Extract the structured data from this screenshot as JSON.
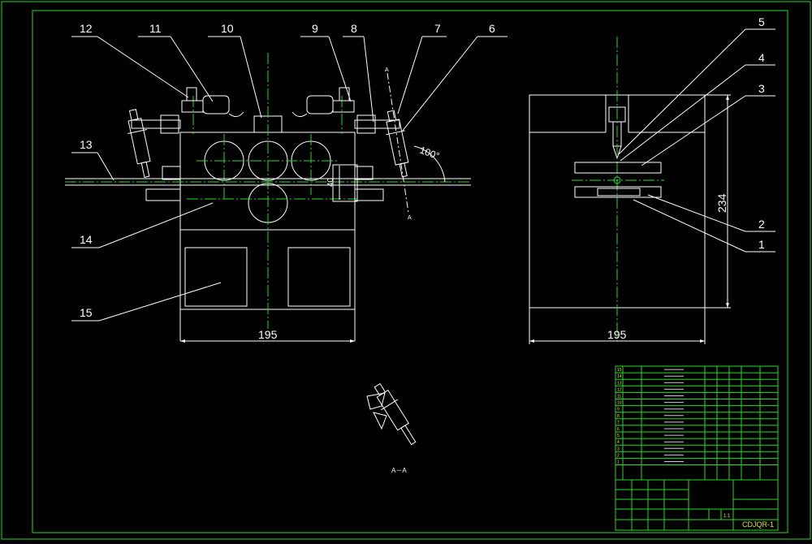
{
  "drawing": {
    "callouts": {
      "c1": "1",
      "c2": "2",
      "c3": "3",
      "c4": "4",
      "c5": "5",
      "c6": "6",
      "c7": "7",
      "c8": "8",
      "c9": "9",
      "c10": "10",
      "c11": "11",
      "c12": "12",
      "c13": "13",
      "c14": "14",
      "c15": "15"
    },
    "dimensions": {
      "front_width": "195",
      "side_width": "195",
      "side_height": "234",
      "small_height": "40",
      "angle": "100°"
    },
    "section_label": "A－A",
    "section_mark_top": "A",
    "section_mark_bottom": "A",
    "title_block": {
      "drawing_number": "CDJQR-1",
      "scale": "1:1",
      "row_numbers": [
        "15",
        "14",
        "13",
        "12",
        "11",
        "10",
        "9",
        "8",
        "7",
        "6",
        "5",
        "4",
        "3",
        "2",
        "1"
      ]
    }
  },
  "colors": {
    "frame": "#22dd22",
    "outline": "#ffffff",
    "accent": "#e6e600"
  }
}
